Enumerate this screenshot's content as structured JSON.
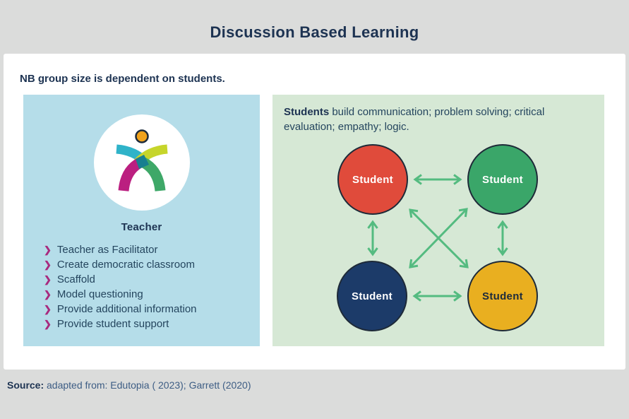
{
  "title": "Discussion Based Learning",
  "note": "NB group size is dependent on students.",
  "teacher_panel": {
    "heading": "Teacher",
    "bullet_glyph": "❯",
    "items": [
      "Teacher as Facilitator",
      "Create democratic classroom",
      "Scaffold",
      "Model questioning",
      "Provide additional information",
      "Provide student support"
    ]
  },
  "students_panel": {
    "intro_bold": "Students",
    "intro_rest": " build communication; problem solving; critical evaluation; empathy; logic.",
    "nodes": [
      {
        "label": "Student",
        "position": "top-left",
        "fill": "#e04b3b",
        "text_color": "#ffffff"
      },
      {
        "label": "Student",
        "position": "top-right",
        "fill": "#3aa669",
        "text_color": "#ffffff"
      },
      {
        "label": "Student",
        "position": "bottom-left",
        "fill": "#1c3b69",
        "text_color": "#ffffff"
      },
      {
        "label": "Student",
        "position": "bottom-right",
        "fill": "#e9af20",
        "text_color": "#1d2b3c"
      }
    ],
    "arrow_color": "#54bb80"
  },
  "source_line": {
    "label": "Source:",
    "text": " adapted from: Edutopia ( 2023); Garrett (2020)"
  },
  "colors": {
    "page_background": "#dbdcdb",
    "card_background": "#ffffff",
    "teacher_panel_background": "#b5dde9",
    "students_panel_background": "#d6e8d5",
    "heading_text": "#1d3352",
    "body_text": "#24455e",
    "bullet_magenta": "#a82a7e",
    "source_text": "#3d5d84",
    "icon_head_orange": "#f0a21c",
    "icon_arm_cyan": "#2fb3c9",
    "icon_arm_lime": "#c6d52b",
    "icon_leg_magenta": "#bb1f80",
    "icon_leg_green": "#3ea868",
    "icon_overlap_teal": "#177f90"
  }
}
